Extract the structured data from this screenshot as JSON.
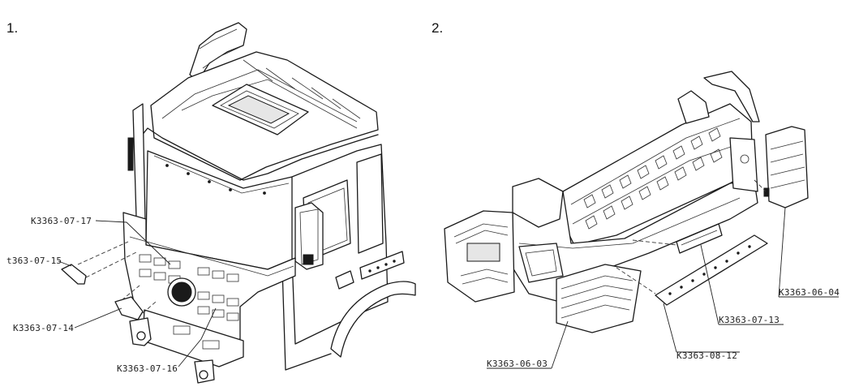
{
  "figures": [
    {
      "number": "1.",
      "labels": [
        {
          "id": "k3363-07-17",
          "text": "K3363-07-17"
        },
        {
          "id": "k3363-07-15",
          "text": "t363-07-15"
        },
        {
          "id": "k3363-07-14",
          "text": "K3363-07-14"
        },
        {
          "id": "k3363-07-16",
          "text": "K3363-07-16"
        }
      ]
    },
    {
      "number": "2.",
      "labels": [
        {
          "id": "k3363-06-04",
          "text": "K3363-06-04"
        },
        {
          "id": "k3363-07-13",
          "text": "K3363-07-13"
        },
        {
          "id": "k3363-08-12",
          "text": "K3363-08-12"
        },
        {
          "id": "k3363-06-03",
          "text": "K3363-06-03"
        }
      ]
    }
  ]
}
